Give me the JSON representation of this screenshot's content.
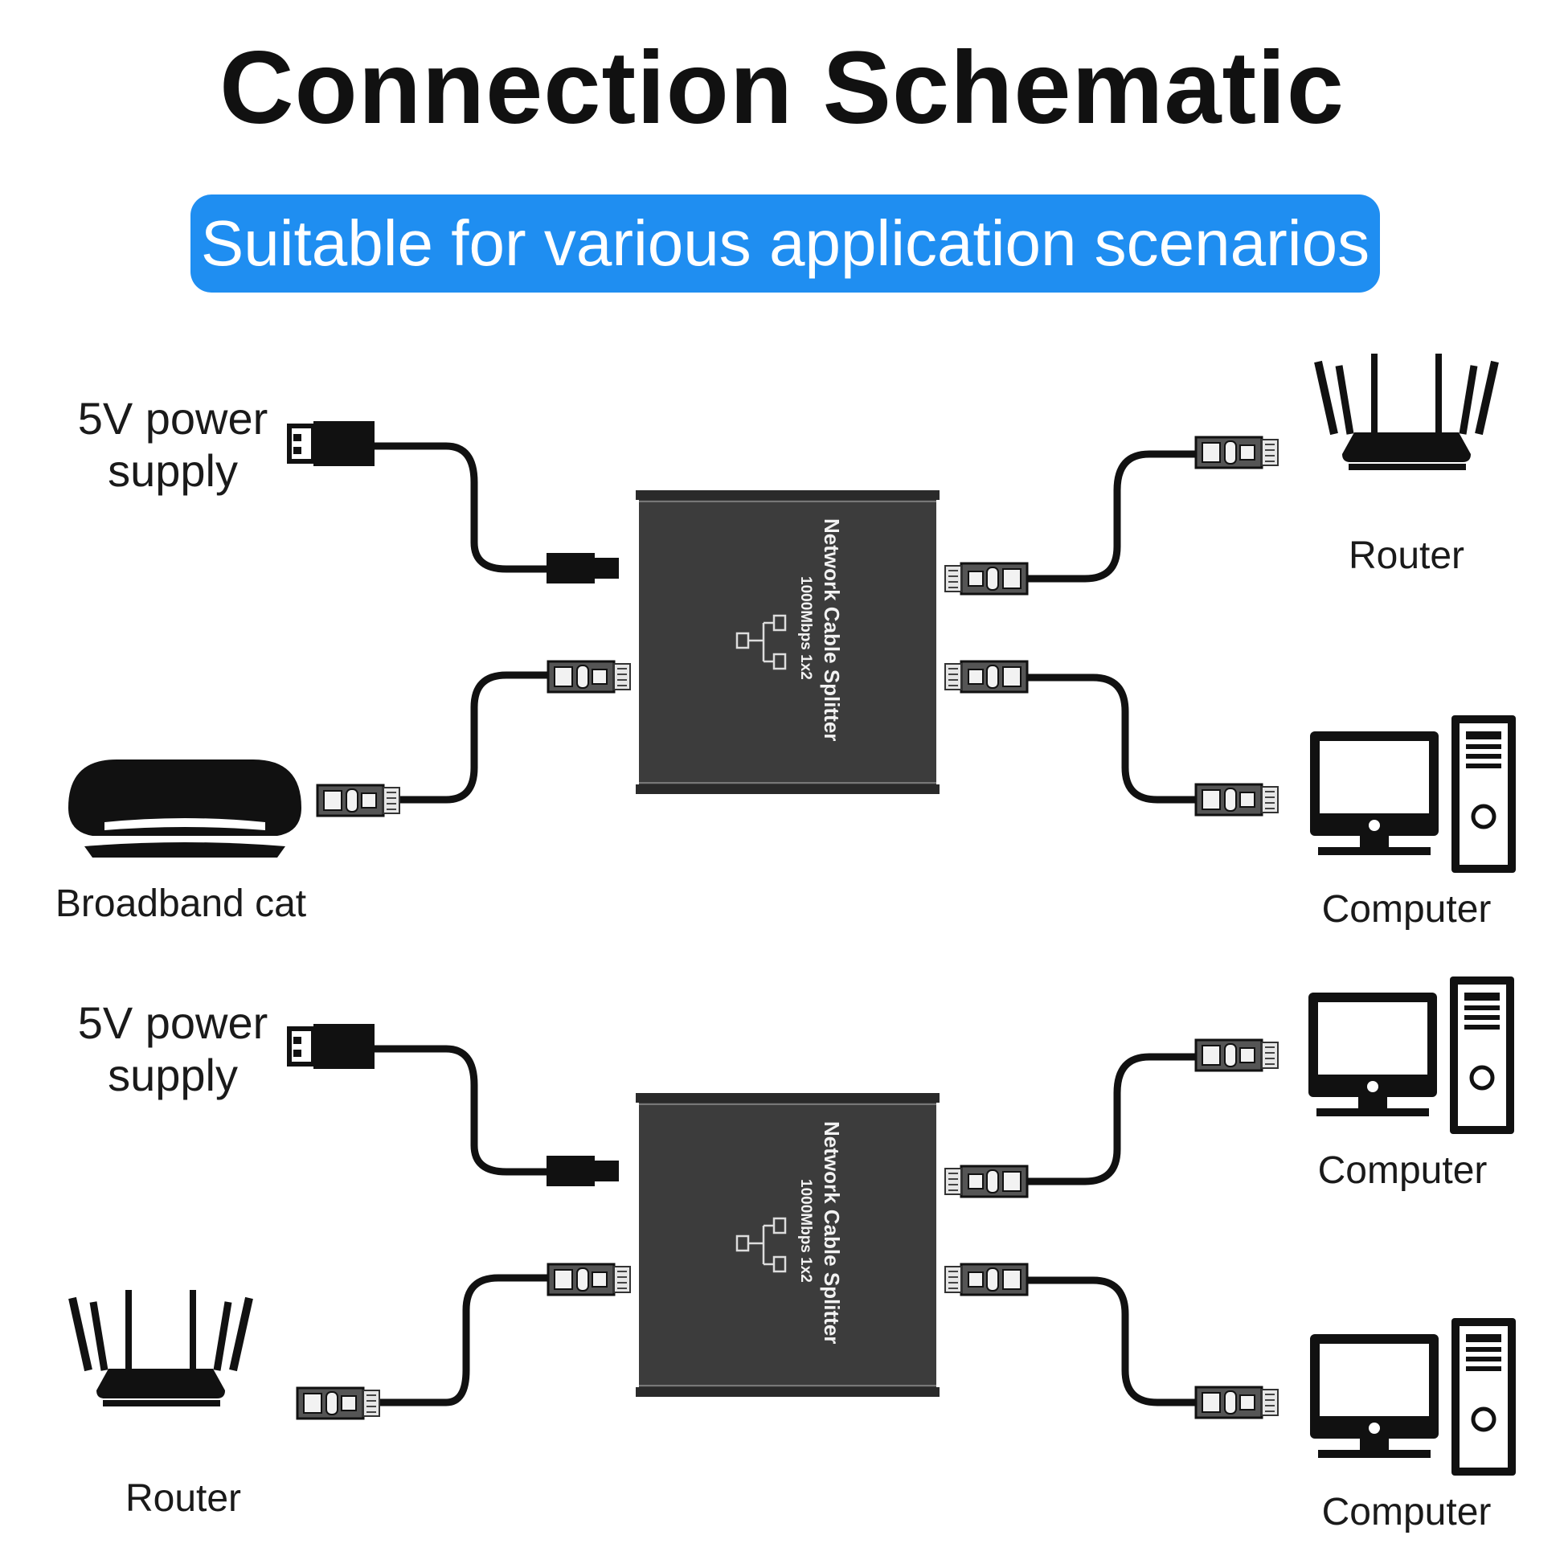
{
  "title": "Connection Schematic",
  "banner": "Suitable for various application scenarios",
  "colors": {
    "banner": "#1f8ef1",
    "device_body": "#3c3c3c",
    "cable": "#111111"
  },
  "top_scenario": {
    "left_top_label_line1": "5V power",
    "left_top_label_line2": "supply",
    "left_bottom_label": "Broadband cat",
    "right_top_label": "Router",
    "right_bottom_label": "Computer"
  },
  "bottom_scenario": {
    "left_top_label_line1": "5V power",
    "left_top_label_line2": "supply",
    "left_bottom_label": "Router",
    "right_top_label": "Computer",
    "right_bottom_label": "Computer"
  },
  "device": {
    "name": "Network Cable Splitter",
    "spec": "1000Mbps 1x2"
  }
}
